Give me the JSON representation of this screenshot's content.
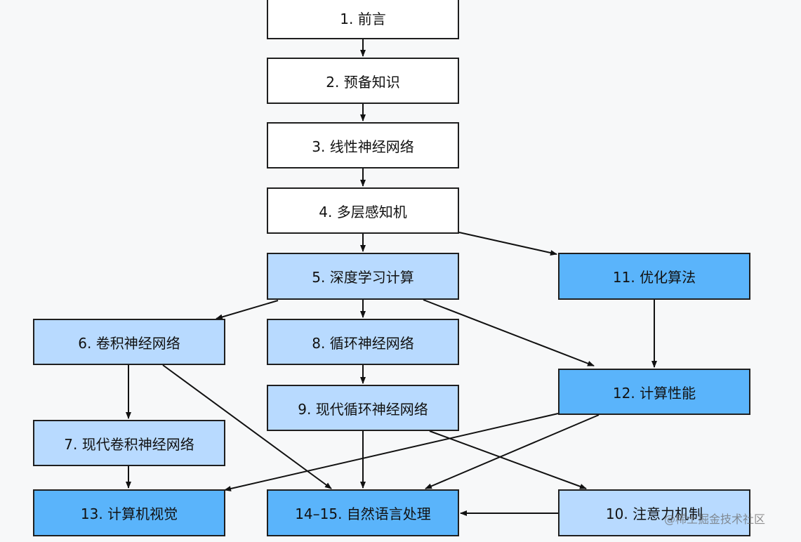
{
  "diagram": {
    "nodes": [
      {
        "id": "n1",
        "label": "1. 前言",
        "fill": "#ffffff"
      },
      {
        "id": "n2",
        "label": "2. 预备知识",
        "fill": "#ffffff"
      },
      {
        "id": "n3",
        "label": "3. 线性神经网络",
        "fill": "#ffffff"
      },
      {
        "id": "n4",
        "label": "4. 多层感知机",
        "fill": "#ffffff"
      },
      {
        "id": "n5",
        "label": "5. 深度学习计算",
        "fill": "#b8daff"
      },
      {
        "id": "n11",
        "label": "11. 优化算法",
        "fill": "#5ab4fb"
      },
      {
        "id": "n6",
        "label": "6. 卷积神经网络",
        "fill": "#b8daff"
      },
      {
        "id": "n8",
        "label": "8. 循环神经网络",
        "fill": "#b8daff"
      },
      {
        "id": "n12",
        "label": "12. 计算性能",
        "fill": "#5ab4fb"
      },
      {
        "id": "n9",
        "label": "9. 现代循环神经网络",
        "fill": "#b8daff"
      },
      {
        "id": "n7",
        "label": "7. 现代卷积神经网络",
        "fill": "#b8daff"
      },
      {
        "id": "n13",
        "label": "13. 计算机视觉",
        "fill": "#5ab4fb"
      },
      {
        "id": "n14",
        "label": "14–15. 自然语言处理",
        "fill": "#5ab4fb"
      },
      {
        "id": "n10",
        "label": "10. 注意力机制",
        "fill": "#b8daff"
      }
    ],
    "edges": [
      {
        "from": "n1",
        "to": "n2"
      },
      {
        "from": "n2",
        "to": "n3"
      },
      {
        "from": "n3",
        "to": "n4"
      },
      {
        "from": "n4",
        "to": "n5"
      },
      {
        "from": "n4",
        "to": "n11"
      },
      {
        "from": "n5",
        "to": "n6"
      },
      {
        "from": "n5",
        "to": "n8"
      },
      {
        "from": "n5",
        "to": "n12"
      },
      {
        "from": "n11",
        "to": "n12"
      },
      {
        "from": "n8",
        "to": "n9"
      },
      {
        "from": "n6",
        "to": "n7"
      },
      {
        "from": "n6",
        "to": "n14"
      },
      {
        "from": "n9",
        "to": "n14"
      },
      {
        "from": "n9",
        "to": "n10"
      },
      {
        "from": "n12",
        "to": "n13"
      },
      {
        "from": "n12",
        "to": "n14"
      },
      {
        "from": "n7",
        "to": "n13"
      },
      {
        "from": "n10",
        "to": "n14"
      }
    ]
  },
  "watermark": "@稀土掘金技术社区"
}
